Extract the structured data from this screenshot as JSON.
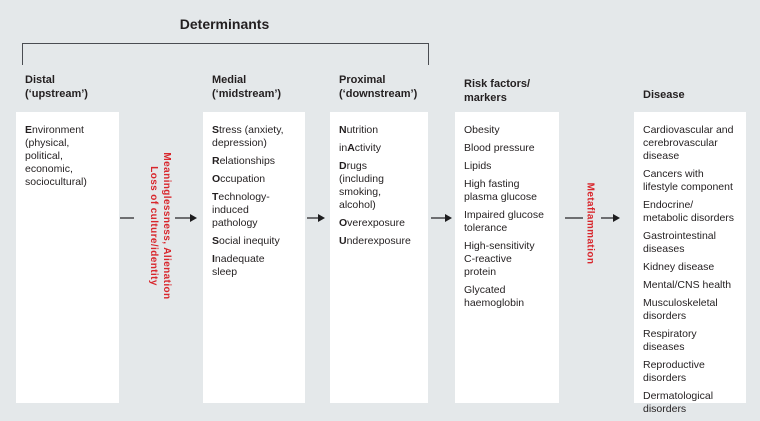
{
  "title": "Determinants",
  "columns": [
    {
      "key": "distal",
      "header": [
        "Distal",
        "(‘upstream’)"
      ],
      "items": [
        {
          "segments": [
            {
              "bold": true,
              "text": "E"
            },
            {
              "bold": false,
              "text": "nvironment (physical, political, economic, sociocultural)"
            }
          ]
        }
      ]
    },
    {
      "key": "medial",
      "header": [
        "Medial",
        "(‘midstream’)"
      ],
      "items": [
        {
          "segments": [
            {
              "bold": true,
              "text": "S"
            },
            {
              "bold": false,
              "text": "tress (anxiety, depression)"
            }
          ]
        },
        {
          "segments": [
            {
              "bold": true,
              "text": "R"
            },
            {
              "bold": false,
              "text": "elationships"
            }
          ]
        },
        {
          "segments": [
            {
              "bold": true,
              "text": "O"
            },
            {
              "bold": false,
              "text": "ccupation"
            }
          ]
        },
        {
          "segments": [
            {
              "bold": true,
              "text": "T"
            },
            {
              "bold": false,
              "text": "echnology-induced pathology"
            }
          ]
        },
        {
          "segments": [
            {
              "bold": true,
              "text": "S"
            },
            {
              "bold": false,
              "text": "ocial inequity"
            }
          ]
        },
        {
          "segments": [
            {
              "bold": true,
              "text": "I"
            },
            {
              "bold": false,
              "text": "nadequate sleep"
            }
          ]
        }
      ]
    },
    {
      "key": "proximal",
      "header": [
        "Proximal",
        "(‘downstream’)"
      ],
      "items": [
        {
          "segments": [
            {
              "bold": true,
              "text": "N"
            },
            {
              "bold": false,
              "text": "utrition"
            }
          ]
        },
        {
          "segments": [
            {
              "bold": false,
              "text": "in"
            },
            {
              "bold": true,
              "text": "A"
            },
            {
              "bold": false,
              "text": "ctivity"
            }
          ]
        },
        {
          "segments": [
            {
              "bold": true,
              "text": "D"
            },
            {
              "bold": false,
              "text": "rugs (including smoking, alcohol)"
            }
          ]
        },
        {
          "segments": [
            {
              "bold": true,
              "text": "O"
            },
            {
              "bold": false,
              "text": "verexposure"
            }
          ]
        },
        {
          "segments": [
            {
              "bold": true,
              "text": "U"
            },
            {
              "bold": false,
              "text": "nderexposure"
            }
          ]
        }
      ]
    },
    {
      "key": "risk-factors",
      "header": [
        "Risk factors/",
        "markers"
      ],
      "items": [
        {
          "segments": [
            {
              "bold": false,
              "text": "Obesity"
            }
          ]
        },
        {
          "segments": [
            {
              "bold": false,
              "text": "Blood pressure"
            }
          ]
        },
        {
          "segments": [
            {
              "bold": false,
              "text": "Lipids"
            }
          ]
        },
        {
          "segments": [
            {
              "bold": false,
              "text": "High fasting plasma glucose"
            }
          ]
        },
        {
          "segments": [
            {
              "bold": false,
              "text": "Impaired glucose tolerance"
            }
          ]
        },
        {
          "segments": [
            {
              "bold": false,
              "text": "High-sensitivity C-reactive protein"
            }
          ]
        },
        {
          "segments": [
            {
              "bold": false,
              "text": "Glycated haemoglobin"
            }
          ]
        }
      ]
    },
    {
      "key": "disease",
      "header": [
        "Disease"
      ],
      "items": [
        {
          "segments": [
            {
              "bold": false,
              "text": "Cardiovascular and cerebrovascular disease"
            }
          ]
        },
        {
          "segments": [
            {
              "bold": false,
              "text": "Cancers with lifestyle component"
            }
          ]
        },
        {
          "segments": [
            {
              "bold": false,
              "text": "Endocrine/ metabolic disorders"
            }
          ]
        },
        {
          "segments": [
            {
              "bold": false,
              "text": "Gastrointestinal diseases"
            }
          ]
        },
        {
          "segments": [
            {
              "bold": false,
              "text": "Kidney disease"
            }
          ]
        },
        {
          "segments": [
            {
              "bold": false,
              "text": "Mental/CNS health"
            }
          ]
        },
        {
          "segments": [
            {
              "bold": false,
              "text": "Musculoskeletal disorders"
            }
          ]
        },
        {
          "segments": [
            {
              "bold": false,
              "text": "Respiratory diseases"
            }
          ]
        },
        {
          "segments": [
            {
              "bold": false,
              "text": "Reproductive disorders"
            }
          ]
        },
        {
          "segments": [
            {
              "bold": false,
              "text": "Dermatological disorders"
            }
          ]
        }
      ]
    }
  ],
  "connectors": {
    "distal_medial": {
      "line1": "Meaninglessness, Alienation",
      "line2": "Loss of culture/identity"
    },
    "risk_disease": {
      "label": "Metaflammation"
    }
  },
  "colors": {
    "background": "#e4e8ea",
    "box_white": "#ffffff",
    "text": "#231f20",
    "red": "#d8262c",
    "line_gray": "#6d6e71",
    "arrow_black": "#1d1d1f",
    "bracket": "#4a4d52"
  }
}
